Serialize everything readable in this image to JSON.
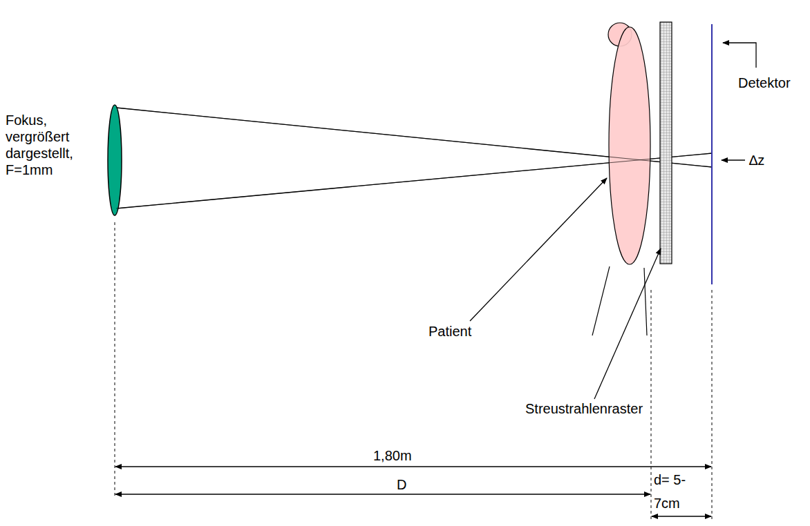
{
  "diagram": {
    "labels": [
      "Fokus, vergrößert dargestellt, F=1mm",
      "Detektor",
      "∆z",
      "Patient",
      "Streustrahlenraster",
      "1,80m",
      "D",
      "d= 5-7cm"
    ]
  }
}
